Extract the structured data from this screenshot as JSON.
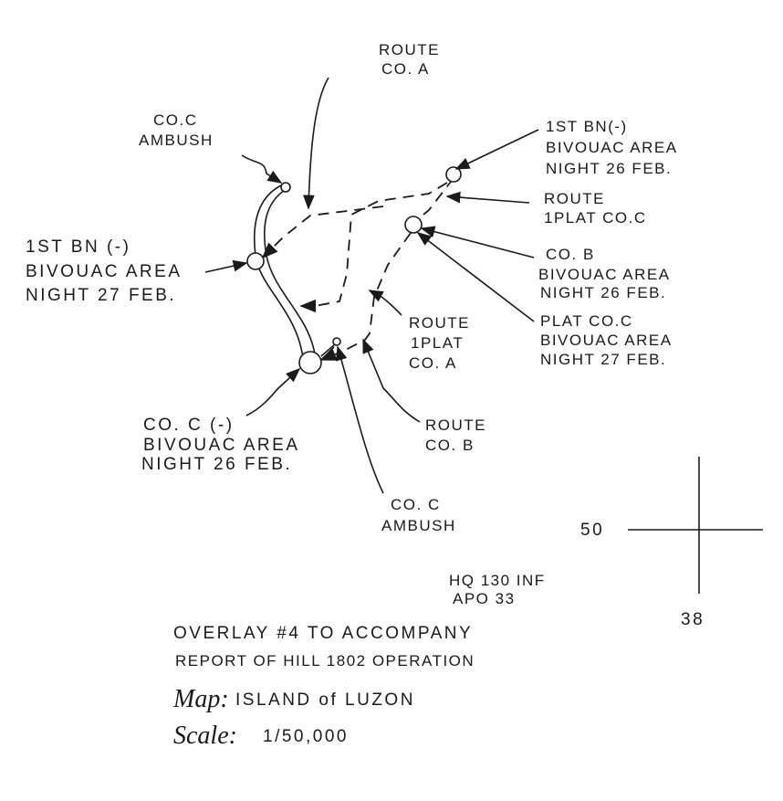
{
  "labels": {
    "route_co_a": [
      "ROUTE",
      "CO. A"
    ],
    "co_c_ambush_top": [
      "CO.C",
      "AMBUSH"
    ],
    "bn_bivouac_26": [
      "1ST BN(-)",
      "BIVOUAC AREA",
      "NIGHT 26 FEB."
    ],
    "route_1plat_co_c": [
      "ROUTE",
      "1PLAT CO.C"
    ],
    "bn_bivouac_27": [
      "1ST BN (-)",
      "BIVOUAC AREA",
      "NIGHT 27 FEB."
    ],
    "co_b_bivouac": [
      "CO. B",
      "BIVOUAC AREA",
      "NIGHT 26 FEB."
    ],
    "route_1plat_co_a": [
      "ROUTE",
      "1PLAT",
      "CO. A"
    ],
    "plat_co_c_bivouac": [
      "PLAT CO.C",
      "BIVOUAC AREA",
      "NIGHT 27 FEB."
    ],
    "co_c_minus_bivouac": [
      "CO. C (-)",
      "BIVOUAC AREA",
      "NIGHT 26 FEB."
    ],
    "route_co_b": [
      "ROUTE",
      "CO. B"
    ],
    "co_c_ambush_bottom": [
      "CO. C",
      "AMBUSH"
    ]
  },
  "grid": {
    "easting": "50",
    "northing": "38"
  },
  "hq": [
    "HQ 130 INF",
    "APO 33"
  ],
  "title": {
    "line1": "OVERLAY #4 TO ACCOMPANY",
    "line2": "REPORT OF HILL 1802 OPERATION",
    "map_label": "Map:",
    "map_value": "ISLAND of LUZON",
    "scale_label": "Scale:",
    "scale_value": "1/50,000"
  }
}
